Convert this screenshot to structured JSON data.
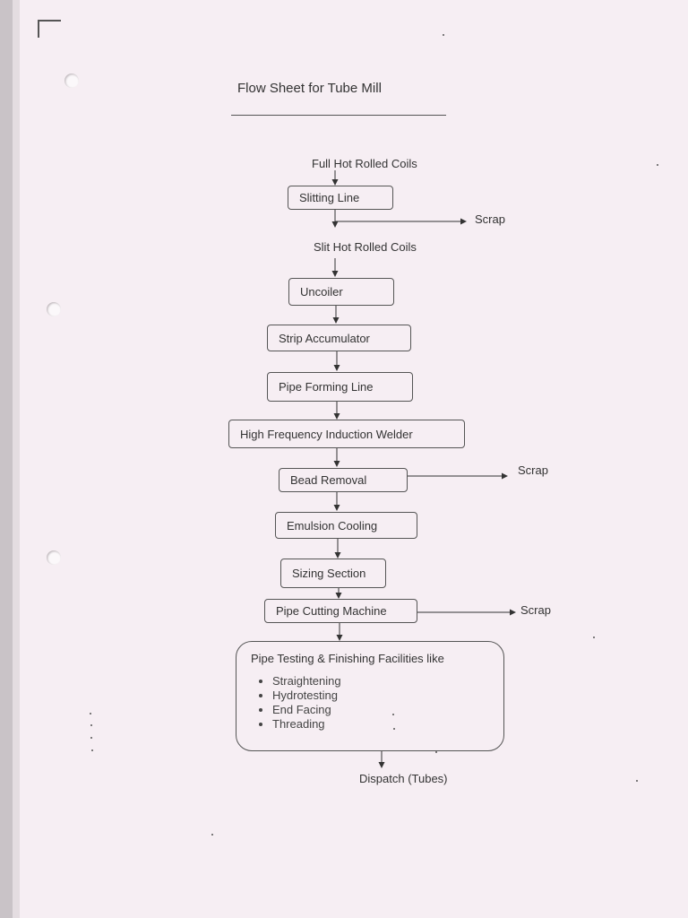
{
  "title": "Flow Sheet for Tube Mill",
  "nodes": {
    "full_hot_rolled_coils": "Full Hot Rolled Coils",
    "slitting_line": "Slitting Line",
    "scrap_1": "Scrap",
    "slit_hot_rolled_coils": "Slit Hot Rolled Coils",
    "uncoiler": "Uncoiler",
    "strip_accumulator": "Strip Accumulator",
    "pipe_forming_line": "Pipe Forming Line",
    "hf_induction_welder": "High Frequency Induction Welder",
    "bead_removal": "Bead Removal",
    "scrap_2": "Scrap",
    "emulsion_cooling": "Emulsion Cooling",
    "sizing_section": "Sizing Section",
    "pipe_cutting_machine": "Pipe Cutting Machine",
    "scrap_3": "Scrap",
    "dispatch": "Dispatch (Tubes)"
  },
  "finishing": {
    "title": "Pipe Testing & Finishing Facilities like",
    "items": [
      "Straightening",
      "Hydrotesting",
      "End Facing",
      "Threading"
    ]
  }
}
